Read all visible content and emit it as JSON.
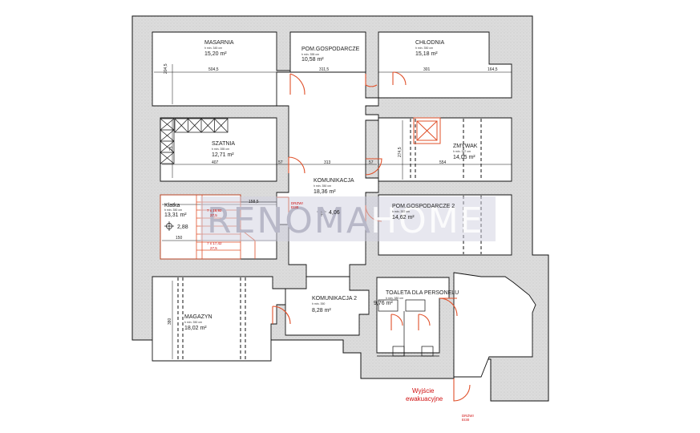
{
  "rooms": {
    "masarnia": {
      "name": "MASARNIA",
      "sub": "h min. 345 cm",
      "area": "15,20  m²"
    },
    "pom_gosp_1": {
      "name": "POM.GOSPODARCZE",
      "sub": "h min. 355 cm",
      "area": "10,58  m²"
    },
    "chlodnia": {
      "name": "CHŁODNIA",
      "sub": "h min. 350 cm",
      "area": "15,18  m²"
    },
    "szatnia": {
      "name": "SZATNIA",
      "sub": "h min. 355 cm",
      "area": "12,71  m²"
    },
    "zmywak": {
      "name": "ZMYWAK",
      "sub": "h min. 357 cm",
      "area": "14,05  m²"
    },
    "komunikacja": {
      "name": "KOMUNIKACJA",
      "sub": "h min. 350 cm",
      "area": "18,36  m²"
    },
    "klatka": {
      "name": "Klatka",
      "sub": "h min. 350 cm",
      "area": "13,31  m²"
    },
    "pom_gosp_2": {
      "name": "POM.GOSPODARCZE 2",
      "sub": "h min. 357 cm",
      "area": "14,62  m²"
    },
    "toaleta": {
      "name": "TOALETA DLA PERSONELU",
      "sub": "h min. 380 cm",
      "area": "9,76  m²"
    },
    "komunikacja_2": {
      "name": "KOMUNIKACJA 2",
      "sub": "h min. 350",
      "area": "8,28  m²"
    },
    "magazyn": {
      "name": "MAGAZYN",
      "sub": "h min. 350 cm",
      "area": "18,02  m²"
    }
  },
  "dimensions": {
    "d_2045": "204,5",
    "d_5045": "504,5",
    "d_3115": "311,5",
    "d_301": "301",
    "d_1645": "164,5",
    "d_25": "25",
    "d_407": "407",
    "d_57a": "57",
    "d_313": "313",
    "d_57b": "57",
    "d_554": "554",
    "d_2745": "274,5",
    "d_1585": "158,5",
    "d_150": "150",
    "d_380": "380"
  },
  "levels": {
    "stair_level": "2,88",
    "hall_level": "4,06"
  },
  "stairs": {
    "top": "7 x 16,92",
    "top_sub": "27,5",
    "bottom": "7 x 17,42",
    "bottom_sub": "27,5"
  },
  "doors": {
    "fire_door": "DRZWI\nEI30",
    "exit_door": "DRZWI\nEI30"
  },
  "exit": {
    "line1": "Wyjście",
    "line2": "ewakuacyjne"
  },
  "watermark": {
    "left": "RENOMA",
    "right": "HOME"
  },
  "colors": {
    "wall": "#d9d9d9",
    "line": "#111111",
    "accent": "#e0502a",
    "watermark": "#b8b8c8"
  }
}
